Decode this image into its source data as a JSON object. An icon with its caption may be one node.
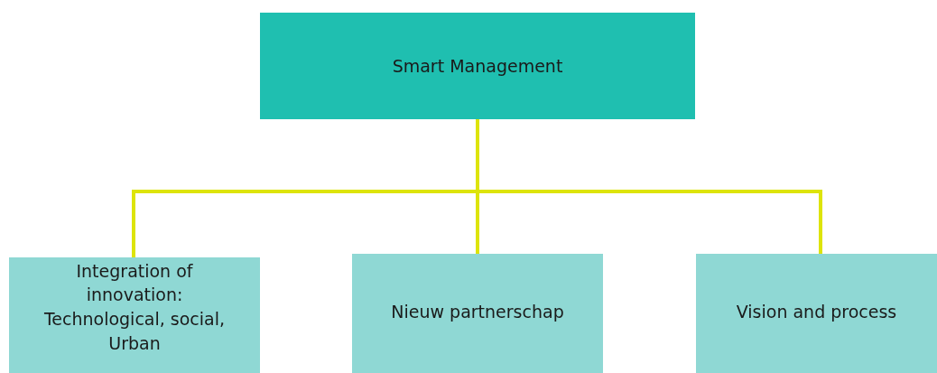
{
  "diagram": {
    "nodes": [
      {
        "text": [
          "Smart Management"
        ]
      },
      {
        "text": [
          "Integration of innovation: Technological, social, Urban"
        ]
      },
      {
        "text": [
          "Nieuw partnerschap"
        ]
      },
      {
        "text": [
          "Vision and process"
        ]
      }
    ],
    "edges": [
      {
        "from": 0,
        "to": 1,
        "arrow": "none"
      },
      {
        "from": 0,
        "to": 2,
        "arrow": "none"
      },
      {
        "from": 0,
        "to": 3,
        "arrow": "none"
      }
    ]
  }
}
